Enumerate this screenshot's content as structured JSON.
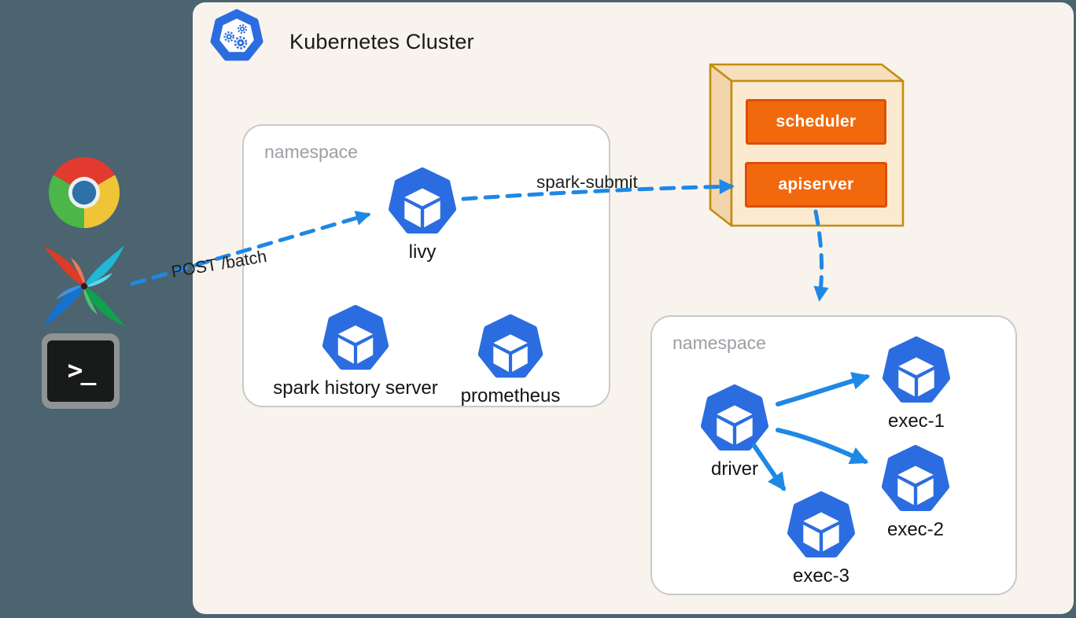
{
  "cluster": {
    "title": "Kubernetes Cluster"
  },
  "external_clients": [
    {
      "name": "chrome-browser"
    },
    {
      "name": "airflow"
    },
    {
      "name": "terminal",
      "prompt_glyph": ">_"
    }
  ],
  "namespaces": [
    {
      "label": "namespace",
      "pods": [
        {
          "label": "livy"
        },
        {
          "label": "spark history server"
        },
        {
          "label": "prometheus"
        }
      ]
    },
    {
      "label": "namespace",
      "pods": [
        {
          "label": "driver"
        },
        {
          "label": "exec-1"
        },
        {
          "label": "exec-2"
        },
        {
          "label": "exec-3"
        }
      ]
    }
  ],
  "control_plane": {
    "components": [
      {
        "label": "scheduler"
      },
      {
        "label": "apiserver"
      }
    ]
  },
  "arrows": {
    "post_batch": {
      "label": "POST /batch",
      "style": "dashed"
    },
    "spark_submit": {
      "label": "spark-submit",
      "style": "dashed"
    },
    "apiserver_to_namespace": {
      "style": "dashed"
    },
    "driver_to_executors": {
      "style": "solid",
      "count": 3
    }
  },
  "colors": {
    "canvas_bg": "#4b6470",
    "panel_bg": "#f8f3ec",
    "pod_blue": "#2b6de0",
    "arrow_blue": "#1e88e5",
    "namespace_border": "#c9c9c9",
    "namespace_label": "#9b9fa3",
    "control_plane_fill": "#fcead0",
    "control_plane_border": "#c28d10",
    "component_fill": "#f2690d",
    "component_border": "#dd4d09"
  }
}
